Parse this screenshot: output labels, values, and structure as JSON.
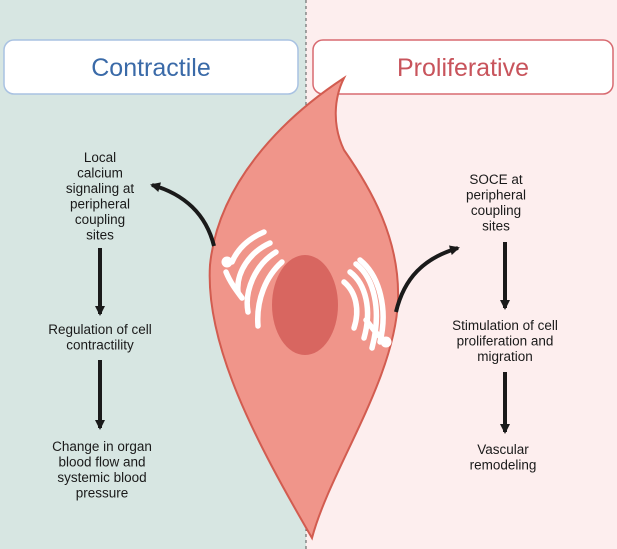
{
  "panels": {
    "left": {
      "title": "Contractile",
      "title_color": "#3a6aa8",
      "box_border": "#a9c2e2",
      "background": "#d7e6e2",
      "steps": [
        [
          "Local",
          "calcium",
          "signaling at",
          "peripheral",
          "coupling",
          "sites"
        ],
        [
          "Regulation of cell",
          "contractility"
        ],
        [
          "Change in organ",
          "blood flow and",
          "systemic blood",
          "pressure"
        ]
      ]
    },
    "right": {
      "title": "Proliferative",
      "title_color": "#c8545c",
      "box_border": "#d86a70",
      "background": "#fdeeee",
      "steps": [
        [
          "SOCE at",
          "peripheral",
          "coupling",
          "sites"
        ],
        [
          "Stimulation of cell",
          "proliferation and",
          "migration"
        ],
        [
          "Vascular",
          "remodeling"
        ]
      ]
    }
  },
  "cell": {
    "fill": "#f0958a",
    "stroke": "#d25c50",
    "nucleus_fill": "#d86660",
    "organelle_color": "#ffffff",
    "arrow_color": "#1a1a1a"
  }
}
